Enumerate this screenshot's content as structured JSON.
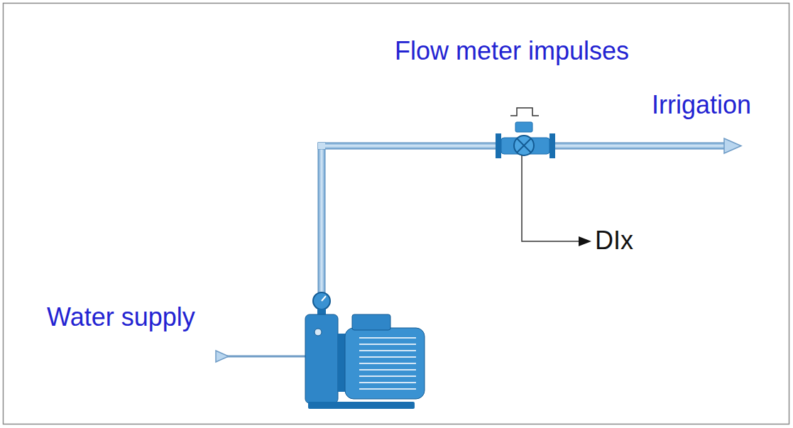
{
  "diagram": {
    "labels": [
      "Flow meter impulses",
      "Irrigation",
      "DIx",
      "Water supply"
    ]
  }
}
